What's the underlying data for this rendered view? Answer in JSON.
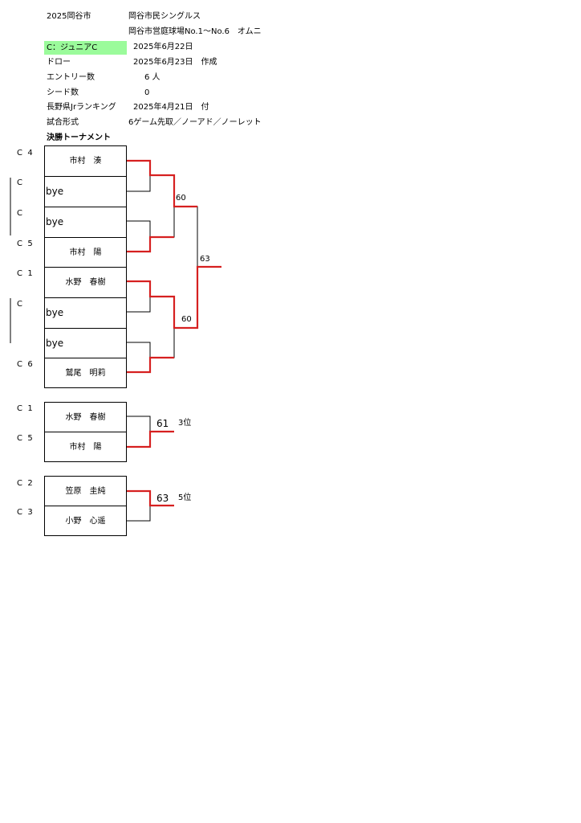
{
  "header": {
    "year_city": "2025岡谷市",
    "tournament_name": "岡谷市民シングルス",
    "venue": "岡谷市営庭球場No.1～No.6　オムニ",
    "category": "C：ジュニアC",
    "event_date": "2025年6月22日",
    "draw_label": "ドロー",
    "draw_created": "2025年6月23日　作成",
    "entries_label": "エントリー数",
    "entries_value": "6 人",
    "seeds_label": "シード数",
    "seeds_value": "0",
    "ranking_label": "長野県Jrランキング",
    "ranking_date": "2025年4月21日　付",
    "format_label": "試合形式",
    "format_value": "6ゲーム先取／ノーアド／ノーレット",
    "final_title": "決勝トーナメント"
  },
  "main_draw": {
    "seeds": [
      "C  4",
      "C",
      "C",
      "C  5",
      "C  1",
      "C",
      "",
      "C  6"
    ],
    "players": [
      "市村　湊",
      "bye",
      "bye",
      "市村　陽",
      "水野　春樹",
      "bye",
      "bye",
      "鷲尾　明莉"
    ],
    "semi_scores": [
      "60",
      "60"
    ],
    "final_score": "63"
  },
  "third_place": {
    "seeds": [
      "C  1",
      "C  5"
    ],
    "players": [
      "水野　春樹",
      "市村　陽"
    ],
    "score": "61",
    "place": "3位"
  },
  "fifth_place": {
    "seeds": [
      "C  2",
      "C  3"
    ],
    "players": [
      "笠原　圭純",
      "小野　心遥"
    ],
    "score": "63",
    "place": "5位"
  },
  "colors": {
    "winner_line": "#d62020",
    "highlight": "#9bfb9b"
  }
}
